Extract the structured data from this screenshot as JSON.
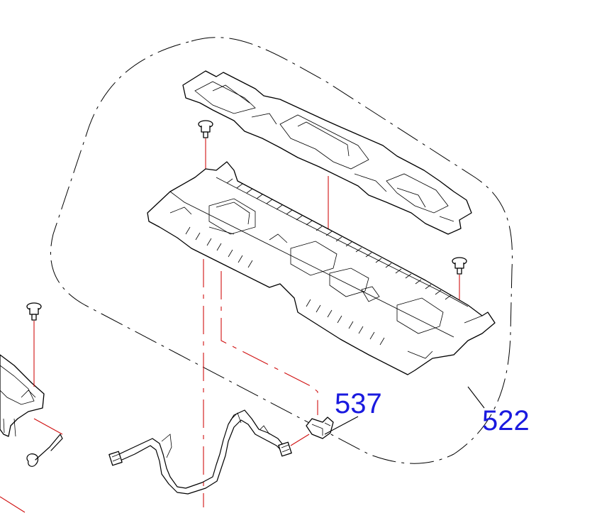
{
  "diagram": {
    "callouts": [
      {
        "id": "537",
        "label": "537"
      },
      {
        "id": "522",
        "label": "522"
      }
    ],
    "colors": {
      "callout_text": "#1a1adf",
      "leader_red": "#d01010",
      "line_art": "#000000",
      "background": "#ffffff"
    }
  }
}
